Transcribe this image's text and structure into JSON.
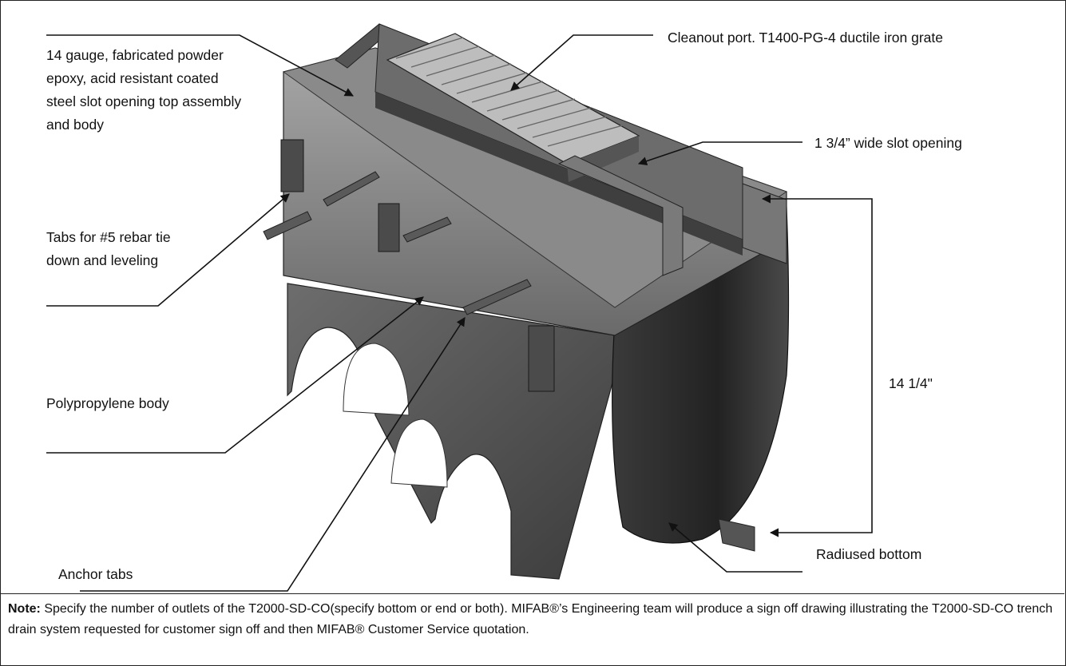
{
  "labels": {
    "gauge": "14 gauge, fabricated powder epoxy, acid resistant coated steel slot opening top assembly and body",
    "tabs_rebar": "Tabs for #5 rebar tie down and leveling",
    "polypropylene": "Polypropylene body",
    "anchor_tabs": "Anchor tabs",
    "cleanout": "Cleanout port. T1400-PG-4 ductile iron grate",
    "slot_opening": "1 3/4” wide slot opening",
    "height": "14 1/4\"",
    "radiused_bottom": "Radiused bottom"
  },
  "note": {
    "prefix": "Note:",
    "text": " Specify the number of outlets of the T2000-SD-CO(specify bottom or end or both). MIFAB®’s Engineering team will produce a sign off drawing illustrating the T2000-SD-CO trench drain system requested for customer sign off and then MIFAB® Customer Service quotation."
  }
}
